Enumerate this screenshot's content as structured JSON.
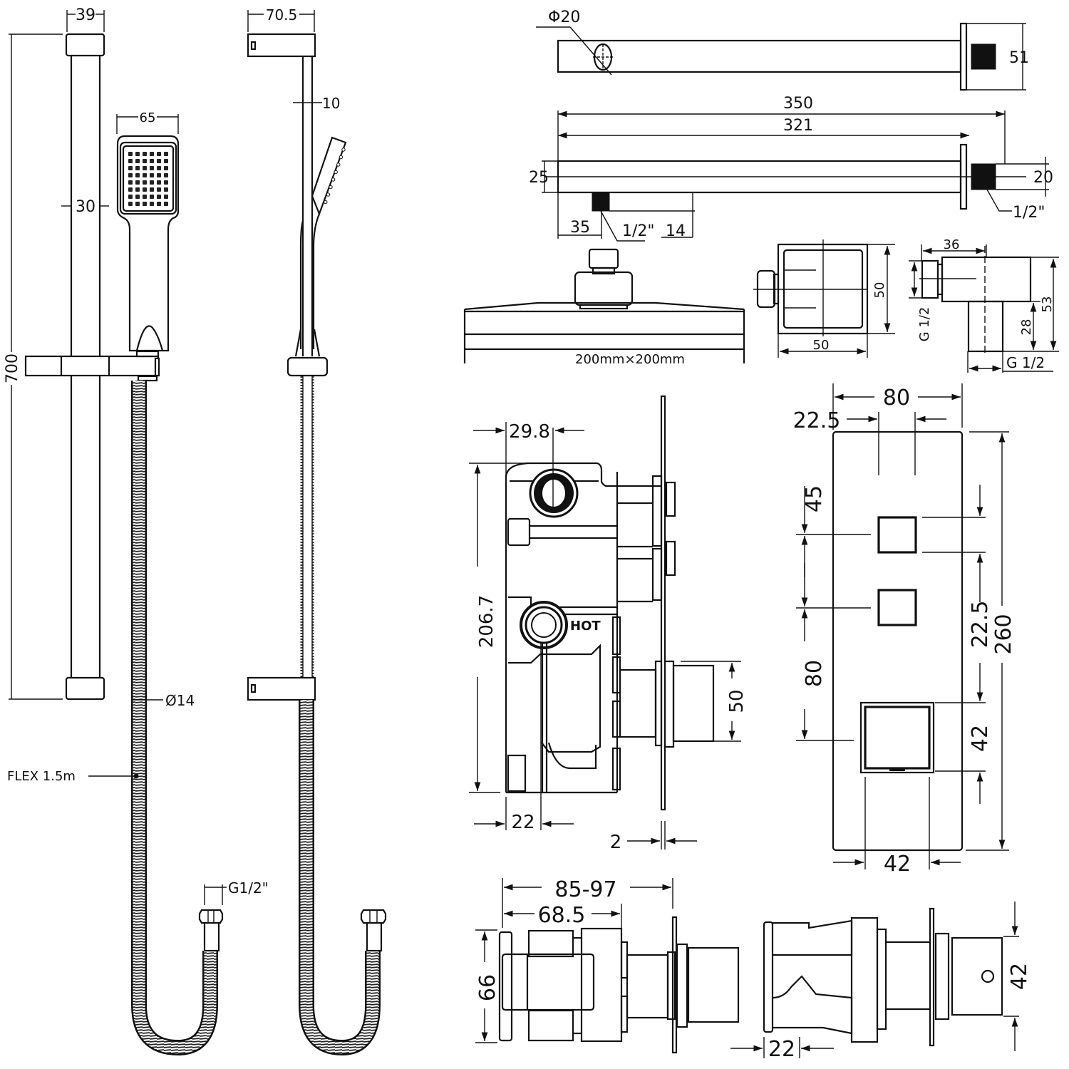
{
  "title": "Shower system technical dimension drawing",
  "colors": {
    "line": "#111111",
    "background": "#ffffff"
  },
  "slide_rail": {
    "dims": {
      "bracket_width": "39",
      "rail_height": "700",
      "rail_diameter": "30",
      "handset_width": "65",
      "hose_diameter": "Ø14",
      "hose_label": "FLEX 1.5m",
      "hose_connector": "G1/2\""
    }
  },
  "slide_rail_side": {
    "dims": {
      "bracket_depth": "70.5",
      "rail_offset": "10"
    }
  },
  "shower_arm": {
    "top_view": {
      "pipe_diameter": "Φ20",
      "flange_size": "51"
    },
    "side_view": {
      "total_length": "350",
      "arm_length": "321",
      "arm_height": "25",
      "thread_height": "20",
      "thread_wall": "1/2\"",
      "outlet_offset": "35",
      "outlet_thread": "1/2\"",
      "outlet_length": "14"
    }
  },
  "shower_head": {
    "size_label": "200mm×200mm"
  },
  "wall_elbow_front": {
    "width": "50",
    "height": "50"
  },
  "wall_elbow_side": {
    "depth": "36",
    "height": "53",
    "outlet_height": "28",
    "thread_side": "G 1/2",
    "thread_bottom": "G 1/2"
  },
  "valve_side": {
    "outlet_spacing": "29.8",
    "body_height": "206.7",
    "hot_label": "HOT",
    "inlet_offset": "22",
    "knob_size": "50",
    "plate_thickness": "2"
  },
  "valve_plate": {
    "plate_width": "80",
    "button_width": "22.5",
    "button_top_offset": "45",
    "button_spacing": "80",
    "button_height": "22.5",
    "plate_height": "260",
    "knob_height": "42",
    "knob_width": "42"
  },
  "valve_depth": {
    "depth_range": "85-97",
    "body_depth": "68.5",
    "body_height": "66",
    "inlet_offset": "22",
    "knob_size": "42"
  }
}
